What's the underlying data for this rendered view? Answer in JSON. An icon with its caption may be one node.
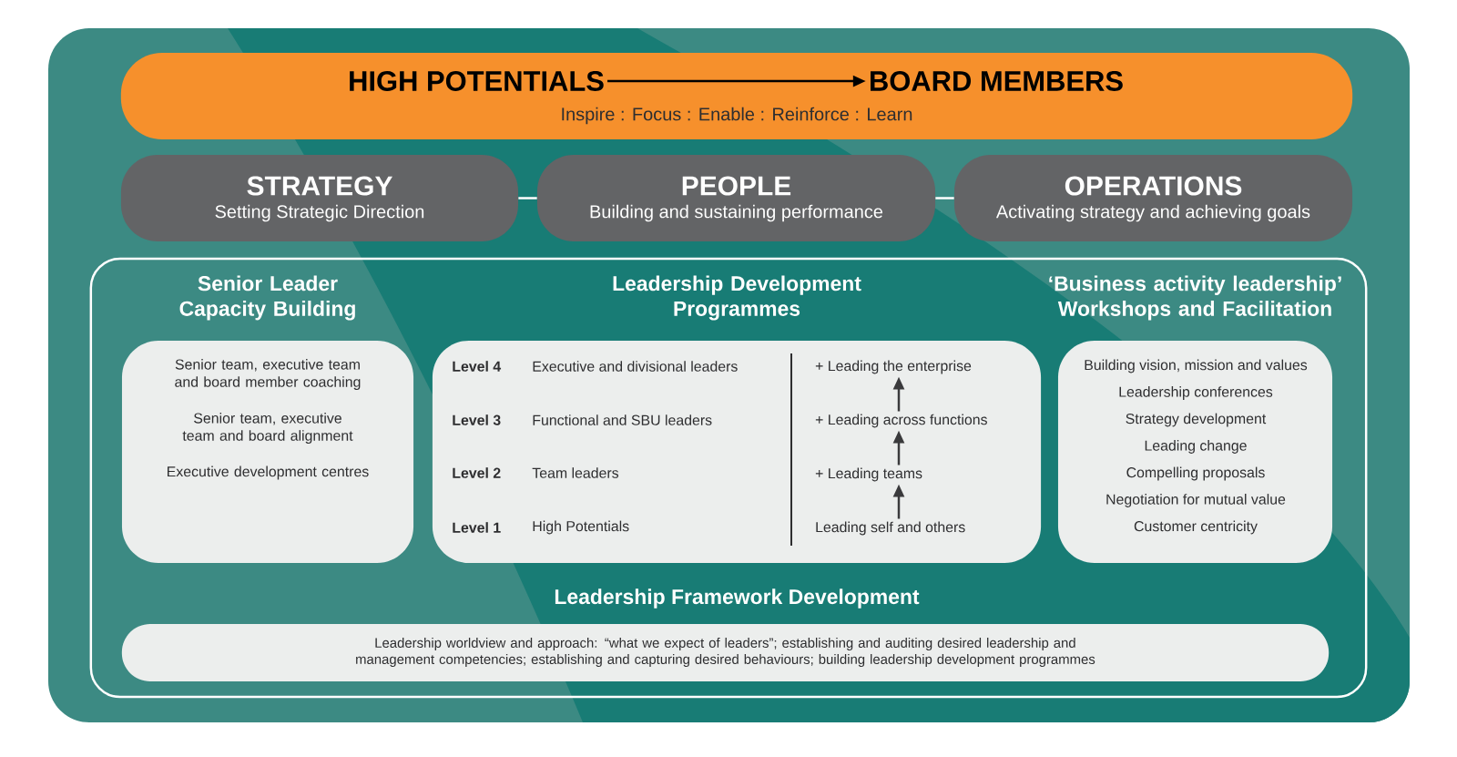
{
  "diagram": {
    "nodes": [
      {
        "text": [
          "Inspire : Focus : Enable : Reinforce : Learn"
        ]
      },
      {
        "text": [
          "HIGH POTENTIALS"
        ],
        "in": 0
      },
      {
        "text": [
          "BOARD MEMBERS"
        ],
        "in": 0
      },
      {
        "text": [
          "STRATEGY",
          "Setting Strategic Direction"
        ]
      },
      {
        "text": [
          "PEOPLE",
          "Building and sustaining performance"
        ]
      },
      {
        "text": [
          "OPERATIONS",
          "Activating strategy and achieving goals"
        ]
      },
      {
        "text": [],
        "shape": "box"
      },
      {
        "text": [
          "Senior Leader Capacity Building",
          "Senior team, executive team and board member coaching",
          "Senior team, executive team and board alignment",
          "Executive development centres"
        ],
        "in": 6
      },
      {
        "text": [
          "Leadership Development Programmes",
          "Level 4",
          "Executive and divisional leaders",
          "Level 3",
          "Functional and SBU leaders",
          "Level 2",
          "Team leaders",
          "Level 1",
          "High Potentials"
        ],
        "in": 6
      },
      {
        "text": [
          "+ Leading the enterprise"
        ],
        "in": 8
      },
      {
        "text": [
          "+ Leading across functions"
        ],
        "in": 8
      },
      {
        "text": [
          "+ Leading teams"
        ],
        "in": 8
      },
      {
        "text": [
          "Leading self and others"
        ],
        "in": 8
      },
      {
        "text": [
          "‘Business activity leadership’ Workshops and Facilitation",
          "Building vision, mission and values",
          "Leadership conferences",
          "Strategy development",
          "Leading change",
          "Compelling proposals",
          "Negotiation for mutual value",
          "Customer centricity"
        ],
        "in": 6
      },
      {
        "text": [
          "Leadership Framework Development",
          "Leadership worldview and approach: “what we expect of leaders”; establishing and auditing desired leadership and management competencies; establishing and capturing desired behaviours; building leadership development programmes"
        ],
        "in": 6
      }
    ],
    "edges": [
      {
        "from": 1,
        "to": 2,
        "arrow": "to",
        "color": "#000000"
      },
      {
        "from": 3,
        "to": 4,
        "arrow": "none",
        "color": "#ffffff"
      },
      {
        "from": 4,
        "to": 5,
        "arrow": "none",
        "color": "#ffffff"
      },
      {
        "from": 12,
        "to": 11,
        "arrow": "to",
        "color": "#3a3a3c"
      },
      {
        "from": 11,
        "to": 10,
        "arrow": "to",
        "color": "#3a3a3c"
      },
      {
        "from": 10,
        "to": 9,
        "arrow": "to",
        "color": "#3a3a3c"
      }
    ]
  }
}
